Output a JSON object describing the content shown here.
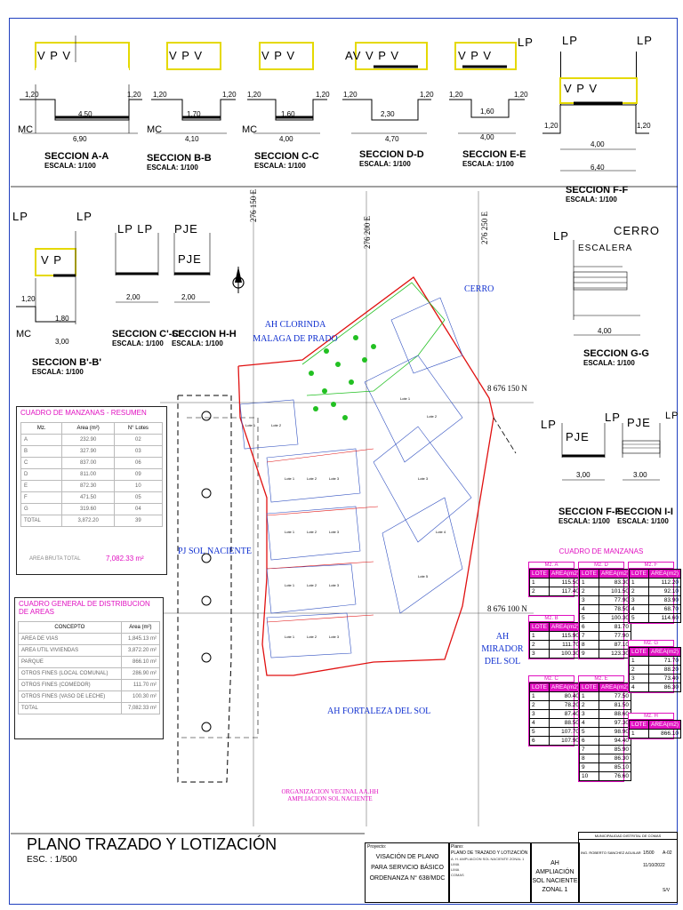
{
  "title": {
    "main": "PLANO TRAZADO Y LOTIZACIÓN",
    "scale": "ESC. : 1/500"
  },
  "sections": [
    {
      "title": "SECCION A-A",
      "scale": "ESCALA: 1/100",
      "labels": "V     P     V",
      "dims": [
        "1,20",
        "4,50",
        "1,20",
        "6,90"
      ],
      "mc": "MC"
    },
    {
      "title": "SECCION B-B",
      "scale": "ESCALA: 1/100",
      "labels": "V  P  V",
      "dims": [
        "1,20",
        "1,70",
        "1,20",
        "4,10"
      ],
      "mc": "MC"
    },
    {
      "title": "SECCION C-C",
      "scale": "ESCALA: 1/100",
      "labels": "V  P  V",
      "dims": [
        "1,20",
        "1,60",
        "1,20",
        "4,00"
      ],
      "mc": "MC"
    },
    {
      "title": "SECCION D-D",
      "scale": "ESCALA: 1/100",
      "labels": "AV  V     P  V",
      "dims": [
        "1,20",
        "2,30",
        "1,20",
        "4,70"
      ],
      "mc": ""
    },
    {
      "title": "SECCION E-E",
      "scale": "ESCALA: 1/100",
      "labels": "V  P  V",
      "dims": [
        "1,20",
        "1,60",
        "1,20",
        "4,00"
      ],
      "mc": ""
    },
    {
      "title": "SECCION F-F",
      "scale": "ESCALA: 1/100",
      "labels": "V     P     V",
      "dims": [
        "1,20",
        "4,00",
        "1,20",
        "6,40"
      ],
      "mc": ""
    }
  ],
  "sections2": [
    {
      "title": "SECCION B'-B'",
      "scale": "ESCALA: 1/100",
      "labels": "V P",
      "dims": [
        "1,20",
        "1,80",
        "3,00"
      ],
      "mc": "MC"
    },
    {
      "title": "SECCION C'-C'",
      "scale": "ESCALA: 1/100",
      "labels": "LP LP",
      "dims": [
        "2,00"
      ]
    },
    {
      "title": "SECCION H-H",
      "scale": "ESCALA: 1/100",
      "labels": "PJE",
      "dims": [
        "2,00"
      ]
    },
    {
      "title": "SECCION G-G",
      "scale": "ESCALA: 1/100",
      "labels": "ESCALERA",
      "dims": [
        "4,00"
      ],
      "cerro": "CERRO"
    },
    {
      "title": "SECCION F-F",
      "scale": "ESCALA: 1/100",
      "labels": "PJE",
      "dims": [
        "3,00"
      ]
    },
    {
      "title": "SECCION I-I",
      "scale": "ESCALA: 1/100",
      "labels": "PJE",
      "dims": [
        "3.00"
      ]
    }
  ],
  "lp": "LP",
  "grid": {
    "e1": "276 150 E",
    "e2": "276 200 E",
    "e3": "276 250 E",
    "n1": "8 676 150 N",
    "n2": "8 676 100 N"
  },
  "places": {
    "clorinda": "AH CLORINDA MALAGA DE PRADO",
    "cerro": "CERRO",
    "pj": "PJ SOL NACIENTE",
    "mirador": "AH MIRADOR DEL SOL",
    "fortaleza": "AH FORTALEZA DEL SOL",
    "org": "ORGANIZACION VECINAL AA.HH AMPLIACION SOL NACIENTE"
  },
  "resumen": {
    "title": "CUADRO DE MANZANAS - RESUMEN",
    "headers": [
      "Mz.",
      "Area (m²)",
      "N° Lotes"
    ],
    "rows": [
      [
        "A",
        "232.90",
        "02"
      ],
      [
        "B",
        "327.90",
        "03"
      ],
      [
        "C",
        "837.00",
        "06"
      ],
      [
        "D",
        "811.00",
        "09"
      ],
      [
        "E",
        "872.30",
        "10"
      ],
      [
        "F",
        "471.50",
        "05"
      ],
      [
        "G",
        "319.60",
        "04"
      ],
      [
        "TOTAL",
        "3,872.20",
        "39"
      ]
    ],
    "bruta_label": "AREA BRUTA TOTAL",
    "bruta_value": "7,082.33 m²"
  },
  "distribucion": {
    "title": "CUADRO GENERAL DE DISTRIBUCION DE AREAS",
    "headers": [
      "CONCEPTO",
      "Area (m²)"
    ],
    "rows": [
      [
        "AREA DE VIAS",
        "1,845.13 m²"
      ],
      [
        "AREA UTIL VIVIENDAS",
        "3,872.20 m²"
      ],
      [
        "PARQUE",
        "866.10 m²"
      ],
      [
        "OTROS FINES (LOCAL COMUNAL)",
        "286.90 m²"
      ],
      [
        "OTROS FINES (COMEDOR)",
        "111.70 m²"
      ],
      [
        "OTROS FINES (VASO DE LECHE)",
        "100.30 m²"
      ],
      [
        "TOTAL",
        "7,082.33 m²"
      ]
    ]
  },
  "manzanas": {
    "title": "CUADRO DE MANZANAS",
    "sub": [
      "LOTE",
      "AREA(m2)"
    ],
    "A": {
      "name": "Mz.  A",
      "rows": [
        [
          "1",
          "115.50"
        ],
        [
          "2",
          "117.40"
        ]
      ]
    },
    "B": {
      "name": "Mz.  B",
      "rows": [
        [
          "1",
          "115.90"
        ],
        [
          "2",
          "111.70"
        ],
        [
          "3",
          "100.30"
        ]
      ]
    },
    "C": {
      "name": "Mz.  C",
      "rows": [
        [
          "1",
          "80.40"
        ],
        [
          "2",
          "78.20"
        ],
        [
          "3",
          "87.40"
        ],
        [
          "4",
          "88.50"
        ],
        [
          "5",
          "107.70"
        ],
        [
          "6",
          "107.90"
        ]
      ]
    },
    "D": {
      "name": "Mz.  D",
      "rows": [
        [
          "1",
          "83.30"
        ],
        [
          "2",
          "101.50"
        ],
        [
          "3",
          "77.90"
        ],
        [
          "4",
          "78.50"
        ],
        [
          "5",
          "100.30"
        ],
        [
          "6",
          "81.70"
        ],
        [
          "7",
          "77.90"
        ],
        [
          "8",
          "87.10"
        ],
        [
          "9",
          "123.30"
        ]
      ]
    },
    "E": {
      "name": "Mz.  E",
      "rows": [
        [
          "1",
          "77.50"
        ],
        [
          "2",
          "81.50"
        ],
        [
          "3",
          "88.60"
        ],
        [
          "4",
          "97.30"
        ],
        [
          "5",
          "98.90"
        ],
        [
          "6",
          "94.40"
        ],
        [
          "7",
          "85.90"
        ],
        [
          "8",
          "86.30"
        ],
        [
          "9",
          "85.10"
        ],
        [
          "10",
          "76.60"
        ]
      ]
    },
    "F": {
      "name": "Mz.  F",
      "rows": [
        [
          "1",
          "112.20"
        ],
        [
          "2",
          "92.10"
        ],
        [
          "3",
          "83.90"
        ],
        [
          "4",
          "68.70"
        ],
        [
          "5",
          "114.60"
        ]
      ]
    },
    "G": {
      "name": "Mz.  G",
      "rows": [
        [
          "1",
          "71.70"
        ],
        [
          "2",
          "88.20"
        ],
        [
          "3",
          "73.40"
        ],
        [
          "4",
          "86.30"
        ]
      ]
    },
    "H": {
      "name": "Mz.  H",
      "rows": [
        [
          "1",
          "866.10"
        ]
      ]
    }
  },
  "titleblock": {
    "proyecto_label": "Proyecto:",
    "proyecto": "VISACIÓN DE PLANO PARA SERVICIO BÁSICO ORDENANZA N° 638/MDC",
    "plano_label": "Plano:",
    "plano": "PLANO DE TRAZADO Y LOTIZACIÓN",
    "direccion": "A. H. AMPLIACION SOL NACIENTE ZONAL 1",
    "region": "LIMA",
    "provincia": "LIMA",
    "distrito": "COMAS",
    "posesionario": "AH AMPLIACIÓN SOL NACIENTE ZONAL 1",
    "municipalidad": "MUNICIPALIDAD DISTRITAL DE COMAS",
    "profesional": "ING. ROBERTO SANCHEZ AGUILAR",
    "escala": "1/500",
    "fecha": "11/10/2022",
    "lamina": "A-02",
    "ver": "S/V"
  }
}
